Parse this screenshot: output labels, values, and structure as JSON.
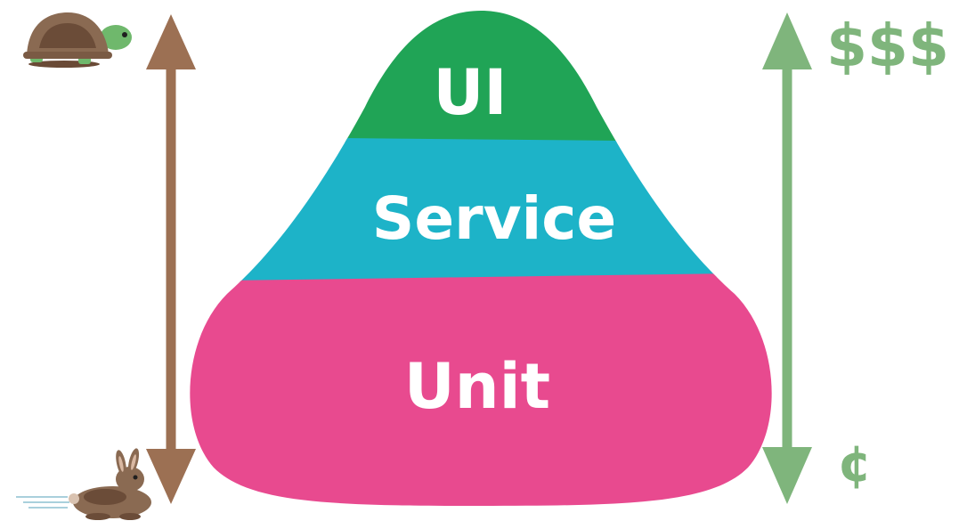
{
  "pyramid": {
    "layers": [
      {
        "label": "UI",
        "color": "#20a456"
      },
      {
        "label": "Service",
        "color": "#1db3c8"
      },
      {
        "label": "Unit",
        "color": "#e84a8f"
      }
    ]
  },
  "speed_axis": {
    "color": "#9c7053",
    "top_icon": "turtle-icon",
    "bottom_icon": "rabbit-icon"
  },
  "cost_axis": {
    "color": "#7fb57c",
    "top_label": "$$$",
    "bottom_label": "¢"
  }
}
